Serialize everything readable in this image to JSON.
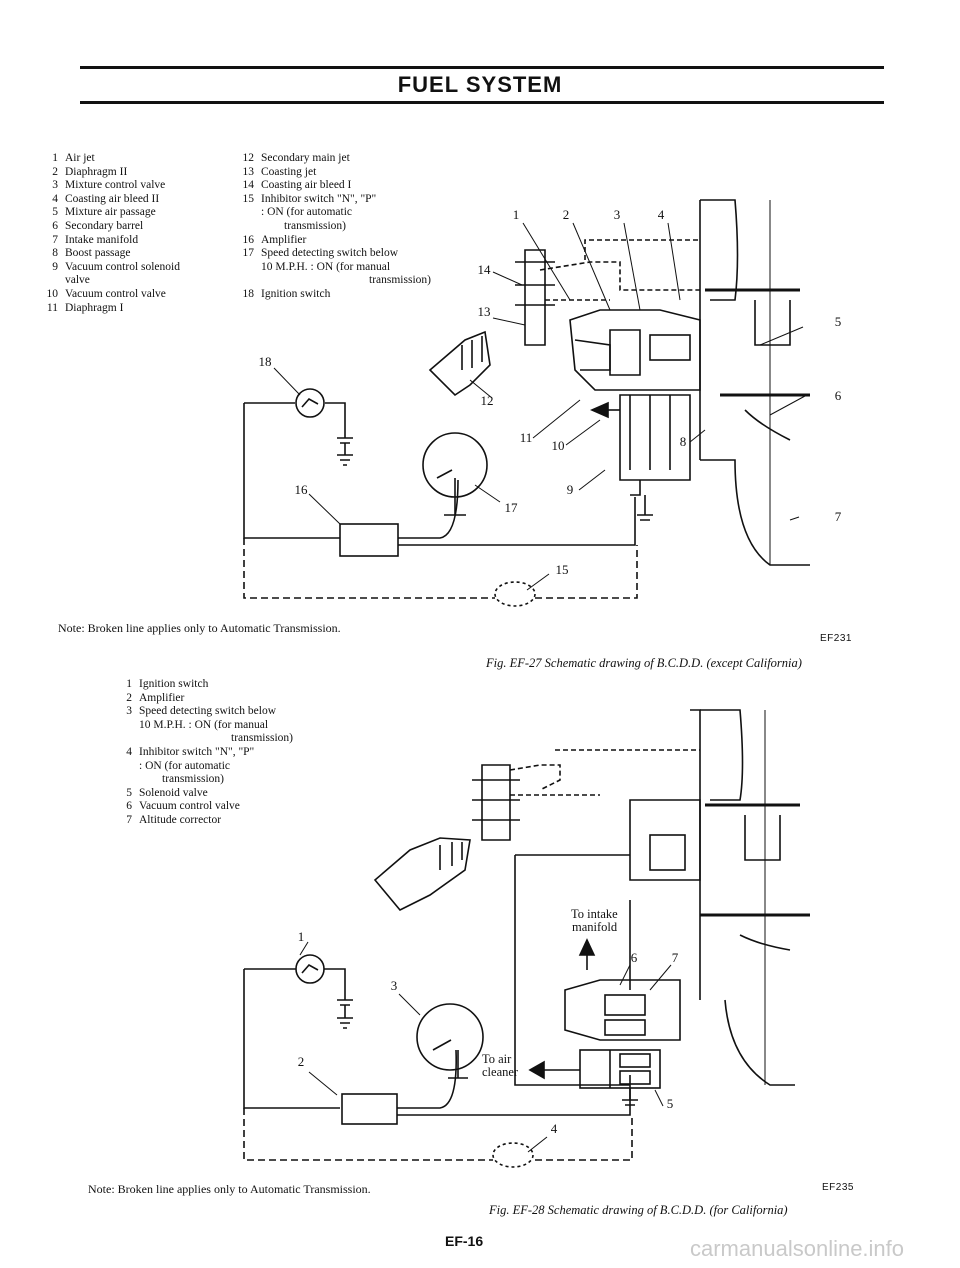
{
  "header": {
    "title": "FUEL SYSTEM"
  },
  "figure1": {
    "legend_left": [
      {
        "num": "1",
        "text": "Air jet"
      },
      {
        "num": "2",
        "text": "Diaphragm II"
      },
      {
        "num": "3",
        "text": "Mixture control valve"
      },
      {
        "num": "4",
        "text": "Coasting air bleed II"
      },
      {
        "num": "5",
        "text": "Mixture air passage"
      },
      {
        "num": "6",
        "text": "Secondary barrel"
      },
      {
        "num": "7",
        "text": "Intake manifold"
      },
      {
        "num": "8",
        "text": "Boost passage"
      },
      {
        "num": "9",
        "text": "Vacuum control solenoid"
      },
      {
        "num": "",
        "text": "valve"
      },
      {
        "num": "10",
        "text": "Vacuum control valve"
      },
      {
        "num": "11",
        "text": "Diaphragm I"
      }
    ],
    "legend_right": {
      "i12": "Secondary main jet",
      "i13": "Coasting jet",
      "i14": "Coasting air bleed I",
      "i15": "Inhibitor switch \"N\", \"P\"",
      "i15b": ": ON (for automatic",
      "i15c": "transmission)",
      "i16": "Amplifier",
      "i17": "Speed detecting switch below",
      "i17b": "10 M.P.H. : ON (for manual",
      "i17c": "transmission)",
      "i18": "Ignition switch"
    },
    "callouts": [
      "1",
      "2",
      "3",
      "4",
      "5",
      "6",
      "7",
      "8",
      "9",
      "10",
      "11",
      "12",
      "13",
      "14",
      "15",
      "16",
      "17",
      "18"
    ],
    "note": "Note: Broken line applies only to Automatic Transmission.",
    "code": "EF231",
    "caption": "Fig. EF-27 Schematic drawing of B.C.D.D. (except California)"
  },
  "figure2": {
    "legend": {
      "i1": "Ignition switch",
      "i2": "Amplifier",
      "i3": "Speed detecting switch below",
      "i3b": "10 M.P.H. : ON (for manual",
      "i3c": "transmission)",
      "i4": "Inhibitor switch \"N\", \"P\"",
      "i4b": ": ON (for automatic",
      "i4c": "transmission)",
      "i5": "Solenoid valve",
      "i6": "Vacuum control valve",
      "i7": "Altitude corrector"
    },
    "callouts": [
      "1",
      "2",
      "3",
      "4",
      "5",
      "6",
      "7"
    ],
    "labels": {
      "intake": "To intake",
      "intake2": "manifold",
      "air": "To air",
      "air2": "cleaner"
    },
    "note": "Note: Broken line applies only to Automatic Transmission.",
    "code": "EF235",
    "caption": "Fig. EF-28 Schematic drawing of B.C.D.D. (for California)"
  },
  "footer": {
    "page": "EF-16",
    "watermark": "carmanualsonline.info"
  }
}
